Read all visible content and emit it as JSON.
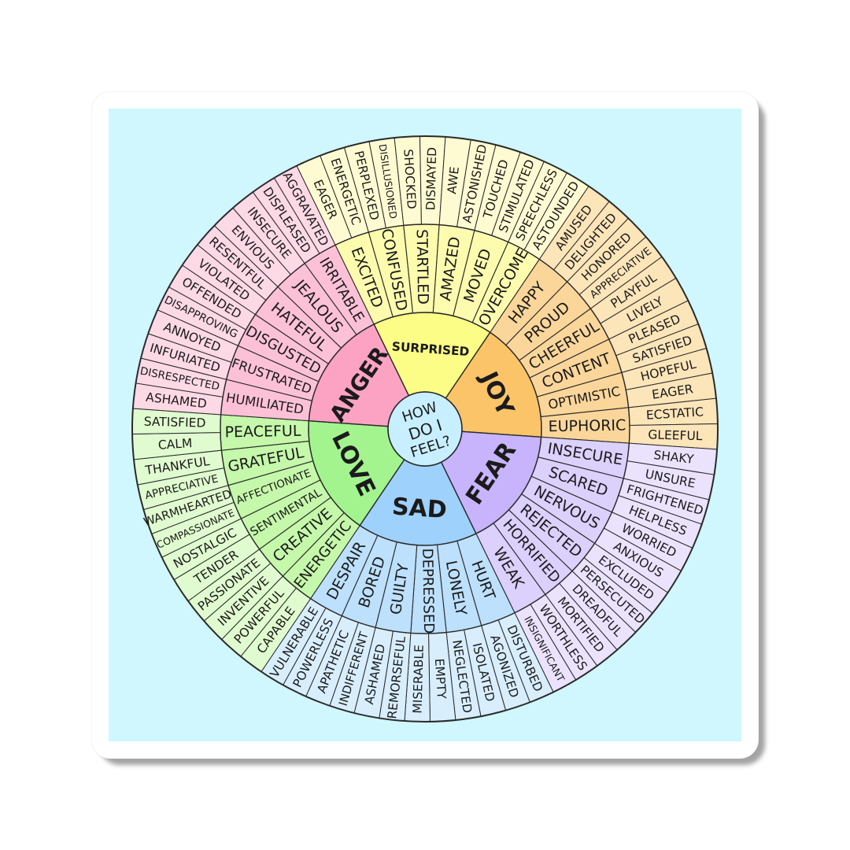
{
  "center": {
    "lines": [
      "HOW",
      "DO I",
      "FEEL?"
    ]
  },
  "colors": {
    "sheet": "#d0f6fe",
    "outline": "#2a2a2a",
    "hub": "#c8efff"
  },
  "emotions": [
    {
      "core": "SURPRISED",
      "colors": [
        "#fbfd87",
        "#fdfbae",
        "#fefbd2"
      ],
      "mid": [
        "EXCITED",
        "CONFUSED",
        "STARTLED",
        "AMAZED",
        "MOVED",
        "OVERCOME"
      ],
      "outer": [
        "EAGER",
        "ENERGETIC",
        "PERPLEXED",
        "DISILLUSIONED",
        "SHOCKED",
        "DISMAYED",
        "AWE",
        "ASTONISHED",
        "TOUCHED",
        "STIMULATED",
        "SPEECHLESS",
        "ASTOUNDED"
      ]
    },
    {
      "core": "JOY",
      "colors": [
        "#fbc468",
        "#fbd69a",
        "#fce5b9"
      ],
      "mid": [
        "HAPPY",
        "PROUD",
        "CHEERFUL",
        "CONTENT",
        "OPTIMISTIC",
        "EUPHORIC"
      ],
      "outer": [
        "AMUSED",
        "DELIGHTED",
        "HONORED",
        "APPRECIATIVE",
        "PLAYFUL",
        "LIVELY",
        "PLEASED",
        "SATISFIED",
        "HOPEFUL",
        "EAGER",
        "ECSTATIC",
        "GLEEFUL"
      ]
    },
    {
      "core": "FEAR",
      "colors": [
        "#c7b4fd",
        "#dcd0fd",
        "#ebe3fe"
      ],
      "mid": [
        "INSECURE",
        "SCARED",
        "NERVOUS",
        "REJECTED",
        "HORRIFIED",
        "WEAK"
      ],
      "outer": [
        "SHAKY",
        "UNSURE",
        "FRIGHTENED",
        "HELPLESS",
        "WORRIED",
        "ANXIOUS",
        "EXCLUDED",
        "PERSECUTED",
        "DREADFUL",
        "MORTIFIED",
        "WORTHLESS",
        "INSIGNIFICANT"
      ]
    },
    {
      "core": "SAD",
      "colors": [
        "#9ed1fb",
        "#bde0fc",
        "#d8eefd"
      ],
      "mid": [
        "HURT",
        "LONELY",
        "DEPRESSED",
        "GUILTY",
        "BORED",
        "DESPAIR"
      ],
      "outer": [
        "DISTURBED",
        "AGONIZED",
        "ISOLATED",
        "NEGLECTED",
        "EMPTY",
        "MISERABLE",
        "REMORSEFUL",
        "ASHAMED",
        "INDIFFERENT",
        "APATHETIC",
        "POWERLESS",
        "VULNERABLE"
      ]
    },
    {
      "core": "LOVE",
      "colors": [
        "#a3f48f",
        "#c5f8aa",
        "#e0fbcf"
      ],
      "mid": [
        "ENERGETIC",
        "CREATIVE",
        "SENTIMENTAL",
        "AFFECTIONATE",
        "GRATEFUL",
        "PEACEFUL"
      ],
      "outer": [
        "CAPABLE",
        "POWERFUL",
        "INVENTIVE",
        "PASSIONATE",
        "TENDER",
        "NOSTALGIC",
        "COMPASSIONATE",
        "WARMHEARTED",
        "APPRECIATIVE",
        "THANKFUL",
        "CALM",
        "SATISFIED"
      ]
    },
    {
      "core": "ANGER",
      "colors": [
        "#fca3c4",
        "#fdc1d7",
        "#fdd9e6"
      ],
      "mid": [
        "HUMILIATED",
        "FRUSTRATED",
        "DISGUSTED",
        "HATEFUL",
        "JEALOUS",
        "IRRITABLE"
      ],
      "outer": [
        "ASHAMED",
        "DISRESPECTED",
        "INFURIATED",
        "ANNOYED",
        "DISAPPROVING",
        "OFFENDED",
        "VIOLATED",
        "RESENTFUL",
        "ENVIOUS",
        "INSECURE",
        "DISPLEASED",
        "AGGRAVATED"
      ]
    }
  ]
}
